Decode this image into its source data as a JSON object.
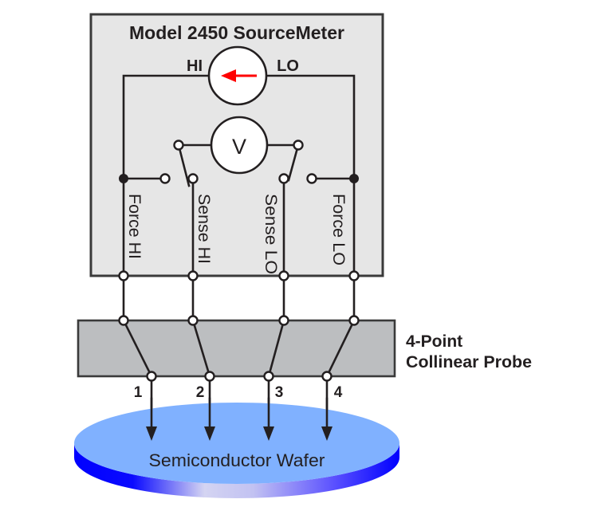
{
  "diagram": {
    "instrument": {
      "title": "Model 2450 SourceMeter",
      "current_source": {
        "hi_label": "HI",
        "lo_label": "LO",
        "arrow_direction": "left"
      },
      "voltmeter": {
        "label": "V"
      },
      "terminals": [
        {
          "label": "Force HI"
        },
        {
          "label": "Sense HI"
        },
        {
          "label": "Sense LO"
        },
        {
          "label": "Force LO"
        }
      ]
    },
    "probe": {
      "label_lines": [
        "4-Point",
        "Collinear Probe"
      ],
      "pins": [
        "1",
        "2",
        "3",
        "4"
      ]
    },
    "wafer": {
      "label": "Semiconductor Wafer"
    }
  },
  "colors": {
    "instrument_fill": "#e6e6e6",
    "probe_fill": "#bcbec0",
    "wafer_top": "#80b1ff",
    "wafer_edge": "#0000ff",
    "wafer_edge_highlight": "#d4d4f2",
    "source_arrow": "#ff0000",
    "voltmeter_label": "#1a1aff",
    "wire": "#231f20"
  }
}
